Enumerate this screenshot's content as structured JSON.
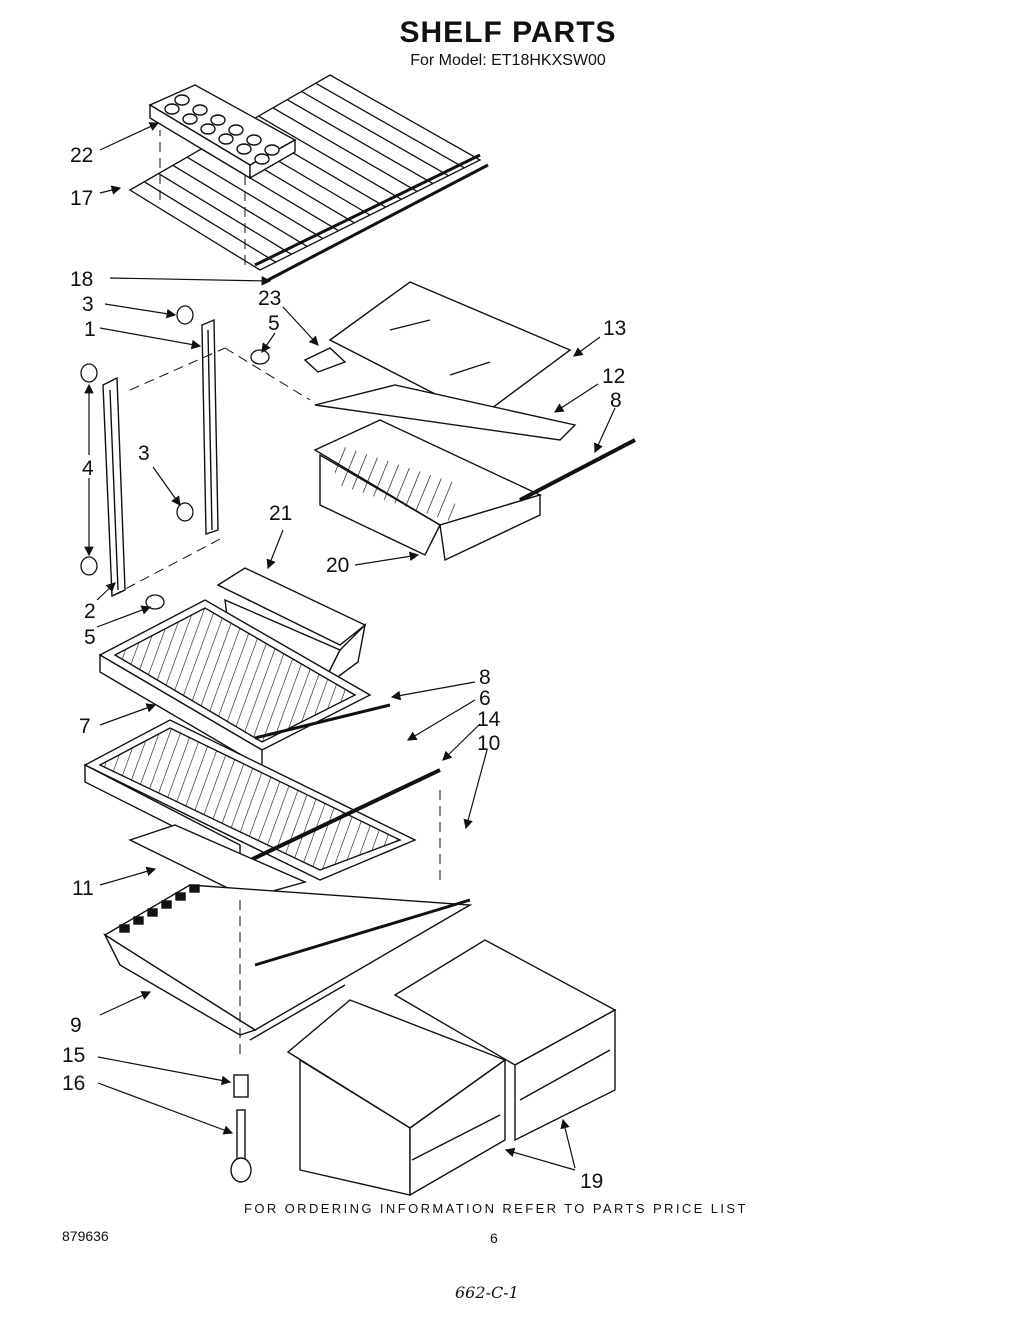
{
  "header": {
    "title": "SHELF PARTS",
    "subtitle": "For Model: ET18HKXSW00"
  },
  "callouts": [
    "22",
    "17",
    "18",
    "3",
    "23",
    "5",
    "1",
    "13",
    "12",
    "8",
    "4",
    "3",
    "21",
    "20",
    "2",
    "5",
    "8",
    "6",
    "7",
    "14",
    "10",
    "11",
    "9",
    "15",
    "16",
    "19"
  ],
  "footer": {
    "note": "FOR ORDERING INFORMATION REFER TO PARTS PRICE LIST",
    "doc_number": "879636",
    "page_number": "6",
    "handwritten": "662-C-1"
  }
}
